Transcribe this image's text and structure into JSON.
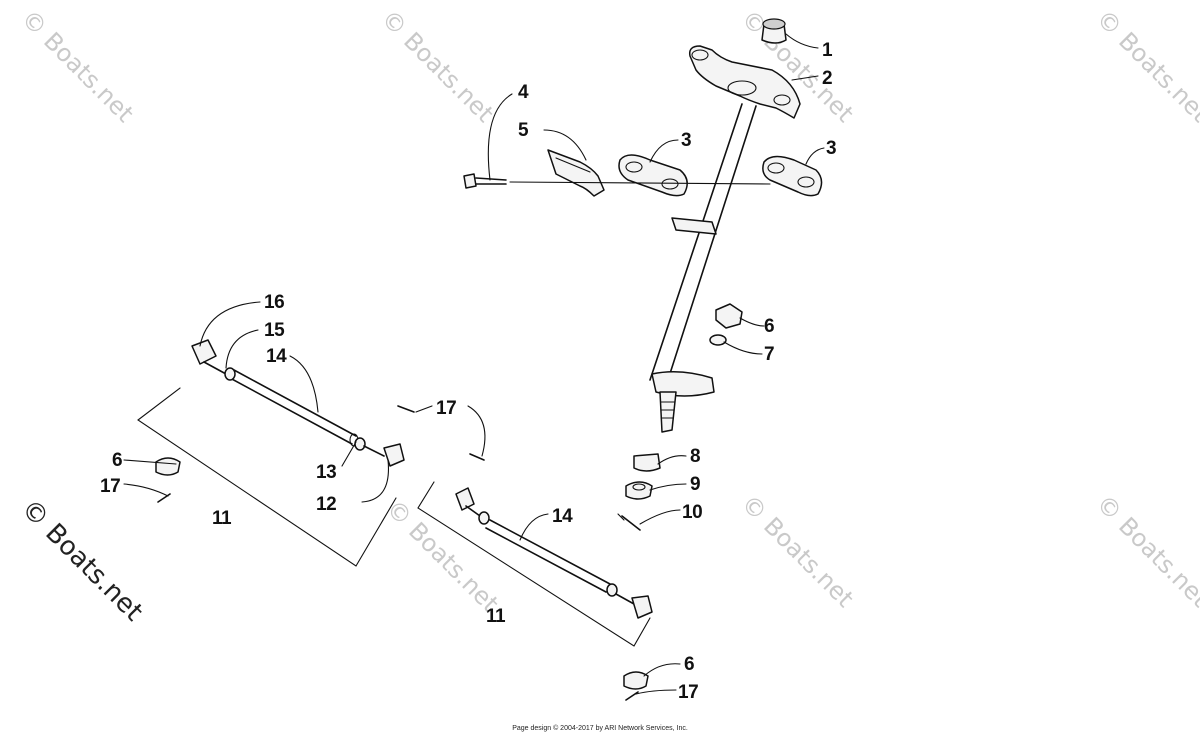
{
  "watermark": {
    "text": "© Boats.net",
    "primary_text": "© Boats.net"
  },
  "callouts": {
    "c1": "1",
    "c2": "2",
    "c3a": "3",
    "c3b": "3",
    "c4": "4",
    "c5": "5",
    "c6a": "6",
    "c6b": "6",
    "c6c": "6",
    "c7": "7",
    "c8": "8",
    "c9": "9",
    "c10": "10",
    "c11a": "11",
    "c11b": "11",
    "c12": "12",
    "c13": "13",
    "c14a": "14",
    "c14b": "14",
    "c15": "15",
    "c16": "16",
    "c17a": "17",
    "c17b": "17",
    "c17c": "17"
  },
  "footer": {
    "text": "Page design © 2004-2017 by ARI Network Services, Inc."
  }
}
